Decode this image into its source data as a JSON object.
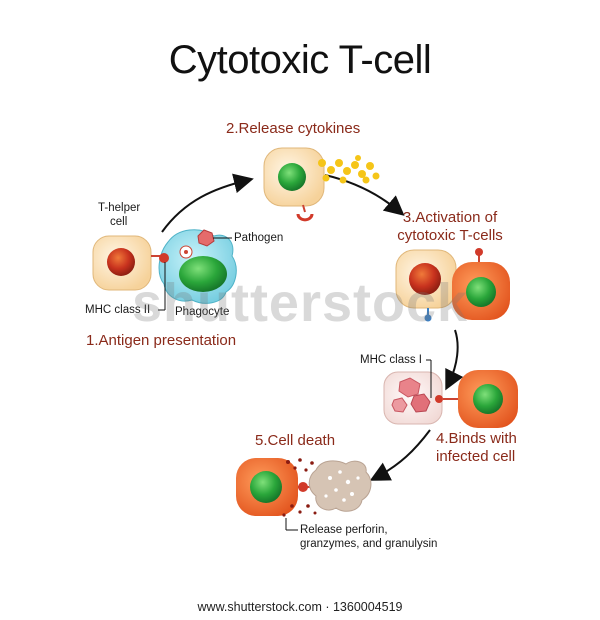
{
  "title": "Cytotoxic T-cell",
  "steps": {
    "s1": "1.Antigen presentation",
    "s2": "2.Release cytokines",
    "s3_line1": "3.Activation of",
    "s3_line2": "cytotoxic T-cells",
    "s4_line1": "4.Binds with",
    "s4_line2": "infected cell",
    "s5": "5.Cell death"
  },
  "labels": {
    "t_helper_line1": "T-helper",
    "t_helper_line2": "cell",
    "pathogen": "Pathogen",
    "mhc2": "MHC class II",
    "phagocyte": "Phagocyte",
    "mhc1": "MHC class I",
    "release_line1": "Release perforin,",
    "release_line2": "granzymes, and granulysin"
  },
  "watermark": "shutterstock",
  "footer": "www.shutterstock.com · 1360004519",
  "colors": {
    "step_text": "#8a2a1a",
    "helper_body": "#fbe3bd",
    "nucleus_red": "#c8321e",
    "tcell_body": "#ef6a2d",
    "nucleus_green": "#2aa63a",
    "phagocyte_body": "#8fdcea",
    "cytokine": "#f5c518",
    "infected": "#e9838a"
  },
  "icons": [
    "t-helper-cell",
    "phagocyte-cell",
    "pathogen",
    "cytokine-dots",
    "cytotoxic-t-cell",
    "infected-cell",
    "dying-cell",
    "curved-arrow"
  ]
}
